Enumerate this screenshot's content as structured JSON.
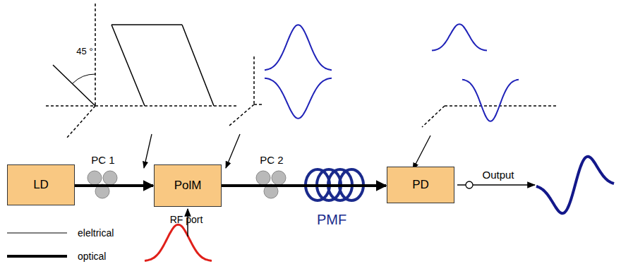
{
  "diagram": {
    "nodes": [
      {
        "text": [
          "LD"
        ]
      },
      {
        "text": [
          "PolM"
        ]
      },
      {
        "text": [
          "PD"
        ]
      }
    ],
    "edges": [
      {
        "from": 0,
        "to": 1,
        "arrow": "to"
      },
      {
        "from": 1,
        "to": 2,
        "arrow": "to"
      }
    ],
    "labels": [
      "45 °",
      "PC 1",
      "PC 2",
      "PMF",
      "RF port",
      "Output"
    ],
    "legend": [
      {
        "text": "eleltrical"
      },
      {
        "text": "optical"
      }
    ]
  }
}
